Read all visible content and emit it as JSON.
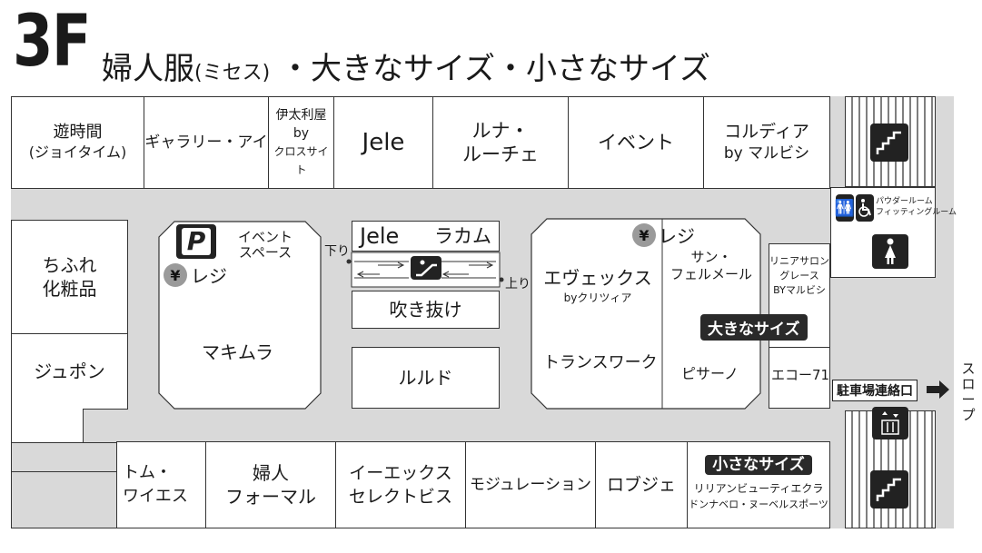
{
  "header": {
    "floor": "3F",
    "title": "婦人服",
    "title_sub": "(ミセス)",
    "title_rest": "・大きなサイズ・小さなサイズ"
  },
  "top_shops": {
    "yujiken_1": "遊時間",
    "yujiken_2": "(ジョイタイム)",
    "gallery": "ギャラリー・アイ",
    "itari_1": "伊太利屋",
    "itari_2": "by",
    "itari_3": "クロスサイト",
    "jele": "Jele",
    "luna_1": "ルナ・",
    "luna_2": "ルーチェ",
    "event": "イベント",
    "cordia_1": "コルディア",
    "cordia_2": "by マルビシ"
  },
  "left_shops": {
    "chifure_1": "ちふれ",
    "chifure_2": "化粧品",
    "jupon": "ジュポン"
  },
  "center": {
    "event_space_1": "イベント",
    "event_space_2": "スペース",
    "parking_icon": "P",
    "register": "レジ",
    "yen": "¥",
    "makimura": "マキムラ",
    "jele": "Jele",
    "rakamu": "ラカム",
    "down": "下り",
    "up": "上り",
    "fukinuke": "吹き抜け",
    "rurudo": "ルルド",
    "evex_1": "エヴェックス",
    "evex_2": "byクリツィア",
    "transwork": "トランスワーク",
    "sun_1": "サン・",
    "sun_2": "フェルメール",
    "big_size": "大きなサイズ",
    "pisano": "ピサーノ",
    "linear_1": "リニアサロン",
    "linear_2": "グレース",
    "linear_3": "BYマルビシ",
    "eco71": "エコー71"
  },
  "right": {
    "powder_1": "パウダールーム",
    "powder_2": "フィッティングルーム",
    "parking_exit": "駐車場連絡口",
    "slope": "スロープ"
  },
  "bottom_shops": {
    "tomu_1": "トム・",
    "tomu_2": "ワイエス",
    "formal_1": "婦人",
    "formal_2": "フォーマル",
    "iex_1": "イーエックス",
    "iex_2": "セレクトビス",
    "modulation": "モジュレーション",
    "robje": "ロブジェ",
    "small_size": "小さなサイズ",
    "small_brands_1": "リリアンビューティエクラ",
    "small_brands_2": "ドンナベロ・ヌーベルスポーツ"
  },
  "icons": {
    "stairs": "stairs-icon",
    "elevator": "elevator-icon",
    "escalator": "escalator-icon",
    "toilet": "restroom-icon",
    "wheelchair": "wheelchair-icon",
    "female": "female-icon",
    "arrow": "arrow-right-icon"
  },
  "colors": {
    "corridor": "#d9d9d9",
    "dark": "#2a2a2a",
    "coin": "#9a9a9a"
  }
}
